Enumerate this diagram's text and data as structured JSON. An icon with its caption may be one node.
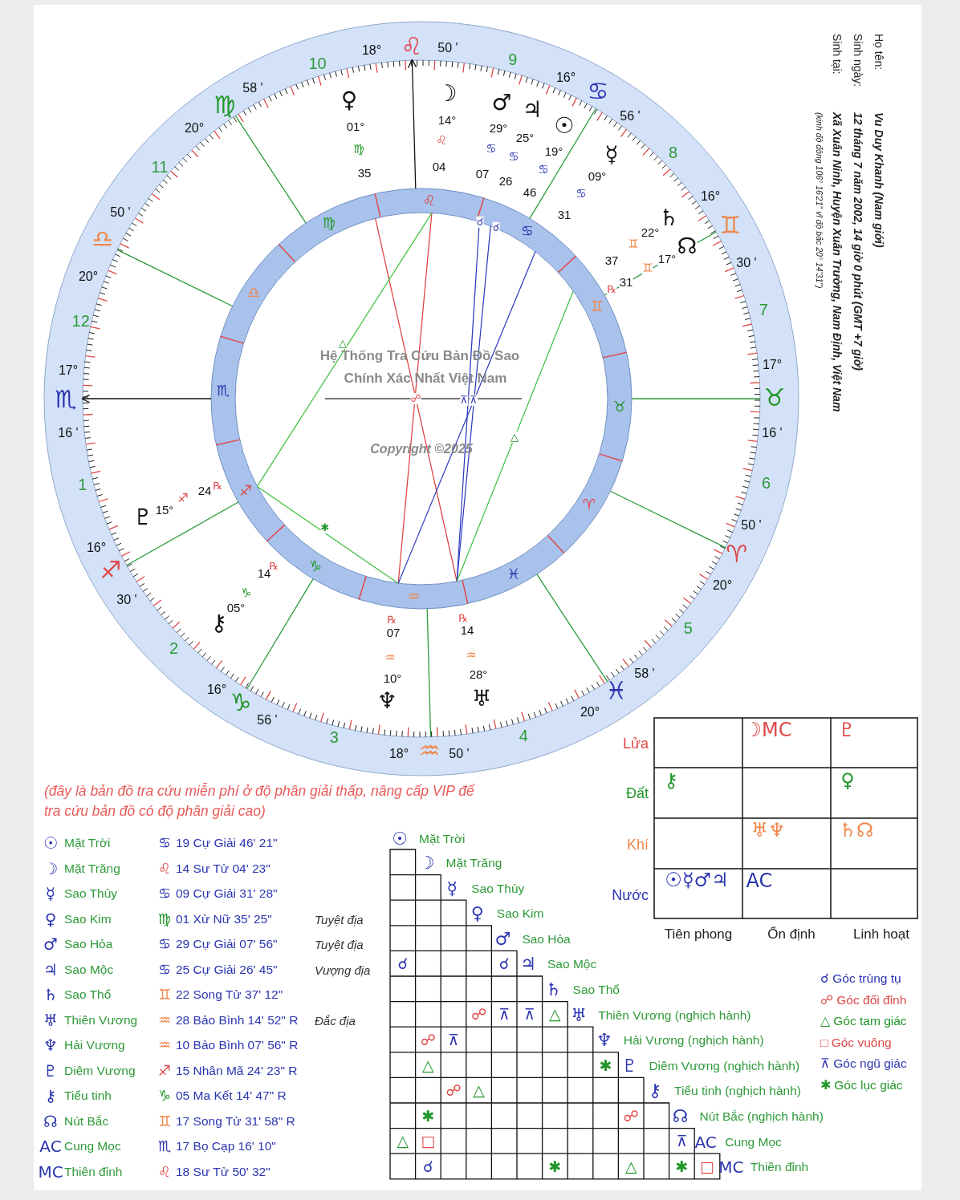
{
  "diagram": {
    "labels": [
      "Họ tên:",
      "Vu Duy Khanh (Nam giới)",
      "Sinh ngày:",
      "12 tháng 7 năm 2002, 14 giờ 0 phút (GMT +7 giờ)",
      "Sinh tại:",
      "Xã Xuân Ninh, Huyện Xuân Trường, Nam Định, Việt Nam",
      "(kinh độ đông 106° 16'21\"  vĩ độ bắc 20° 14'31\")",
      "18°",
      "♌",
      "50 '",
      "16°",
      "♋",
      "56 '",
      "16°",
      "♊",
      "30 '",
      "17°",
      "♉",
      "16 '",
      "50 '",
      "♈",
      "20°",
      "58 '",
      "♓",
      "20°",
      "18°",
      "♒",
      "50 '",
      "16°",
      "♑",
      "56 '",
      "16°",
      "♐",
      "30 '",
      "17°",
      "♏",
      "16 '",
      "50 '",
      "♎",
      "20°",
      "58 '",
      "♍",
      "20°",
      "10",
      "9",
      "8",
      "7",
      "6",
      "5",
      "3",
      "4",
      "2",
      "1",
      "12",
      "11",
      "♀",
      "01°",
      "♍",
      "35",
      "☽",
      "14°",
      "♌",
      "04",
      "♂",
      "29°",
      "♋",
      "07",
      "♃",
      "25°",
      "♋",
      "26",
      "☉",
      "19°",
      "♋",
      "46",
      "☿",
      "09°",
      "♋",
      "31",
      "♄",
      "22°",
      "♊",
      "37",
      "☊",
      "17°",
      "♊",
      "31",
      "℞",
      "♇",
      "15°",
      "♐",
      "24",
      "℞",
      "⚷",
      "05°",
      "♑",
      "14",
      "℞",
      "♆",
      "10°",
      "♒",
      "07",
      "℞",
      "♅",
      "28°",
      "♒",
      "14",
      "℞",
      "♈",
      "♉",
      "♊",
      "♋",
      "♌",
      "♍",
      "♎",
      "♏",
      "♐",
      "♑",
      "♒",
      "♓",
      "☌",
      "☌",
      "△",
      "△",
      "✱",
      "☍",
      "⊼",
      "⊼",
      "Hệ Thống Tra Cứu Bản Đồ Sao",
      "Chính Xác Nhất Việt Nam",
      "Copyright ©2025",
      "Lửa",
      "Đất",
      "Khí",
      "Nước",
      "☽MC",
      "♇",
      "⚷",
      "♀",
      "♅♆",
      "♄☊",
      "☉☿♂♃",
      "AC",
      "Tiên phong",
      "Ổn định",
      "Linh hoạt",
      "(đây là bản đồ tra cứu miễn phí ở độ phân giải thấp, nâng cấp VIP để tra cứu bản đồ có độ phân giải cao)",
      "☉",
      "Mặt Trời",
      "♋",
      "19 Cự Giải 46' 21\"",
      "☽",
      "Mặt Trăng",
      "♌",
      "14 Sư Tử 04' 23\"",
      "☿",
      "Sao Thủy",
      "♋",
      "09 Cự Giải 31' 28\"",
      "♀",
      "Sao Kim",
      "♍",
      "01 Xử Nữ 35' 25\"",
      "Tuyệt địa",
      "♂",
      "Sao Hỏa",
      "♋",
      "29 Cự Giải 07' 56\"",
      "Tuyệt địa",
      "♃",
      "Sao Mộc",
      "♋",
      "25 Cự Giải 26' 45\"",
      "Vượng địa",
      "♄",
      "Sao Thổ",
      "♊",
      "22 Song Tử 37' 12\"",
      "♅",
      "Thiên Vương",
      "♒",
      "28 Bảo Bình 14' 52\" R",
      "Đắc địa",
      "♆",
      "Hải Vương",
      "♒",
      "10 Bảo Bình 07' 56\" R",
      "♇",
      "Diêm Vương",
      "♐",
      "15 Nhân Mã 24' 23\" R",
      "⚷",
      "Tiểu tinh",
      "♑",
      "05 Ma Kết 14' 47\" R",
      "☊",
      "Nút Bắc",
      "♊",
      "17 Song Tử 31' 58\" R",
      "AC",
      "Cung Mọc",
      "♏",
      "17 Bọ Cạp 16' 10\"",
      "MC",
      "Thiên đỉnh",
      "♌",
      "18 Sư Tử 50' 32\"",
      "☉",
      "Mặt Trời",
      "☽",
      "Mặt Trăng",
      "☿",
      "Sao Thủy",
      "♀",
      "Sao Kim",
      "♂",
      "Sao Hỏa",
      "♃",
      "Sao Mộc",
      "♄",
      "Sao Thổ",
      "♅",
      "Thiên Vương (nghịch hành)",
      "♆",
      "Hải Vương (nghịch hành)",
      "♇",
      "Diêm Vương (nghịch hành)",
      "⚷",
      "Tiểu tinh (nghịch hành)",
      "☊",
      "Nút Bắc (nghịch hành)",
      "AC",
      "Cung Mọc",
      "MC",
      "Thiên đỉnh",
      "☌",
      "☌",
      "☍",
      "⊼",
      "⊼",
      "△",
      "☍",
      "⊼",
      "△",
      "✱",
      "☍",
      "△",
      "✱",
      "☍",
      "△",
      "□",
      "⊼",
      "☌",
      "✱",
      "△",
      "✱",
      "□"
    ],
    "legend": [
      {
        "text": "☌ Góc trùng tụ"
      },
      {
        "text": "☍ Góc đối đỉnh"
      },
      {
        "text": "△ Góc tam giác"
      },
      {
        "text": "□ Góc vuông"
      },
      {
        "text": "⊼ Góc ngũ giác"
      },
      {
        "text": "✱ Góc lục giác"
      }
    ]
  }
}
